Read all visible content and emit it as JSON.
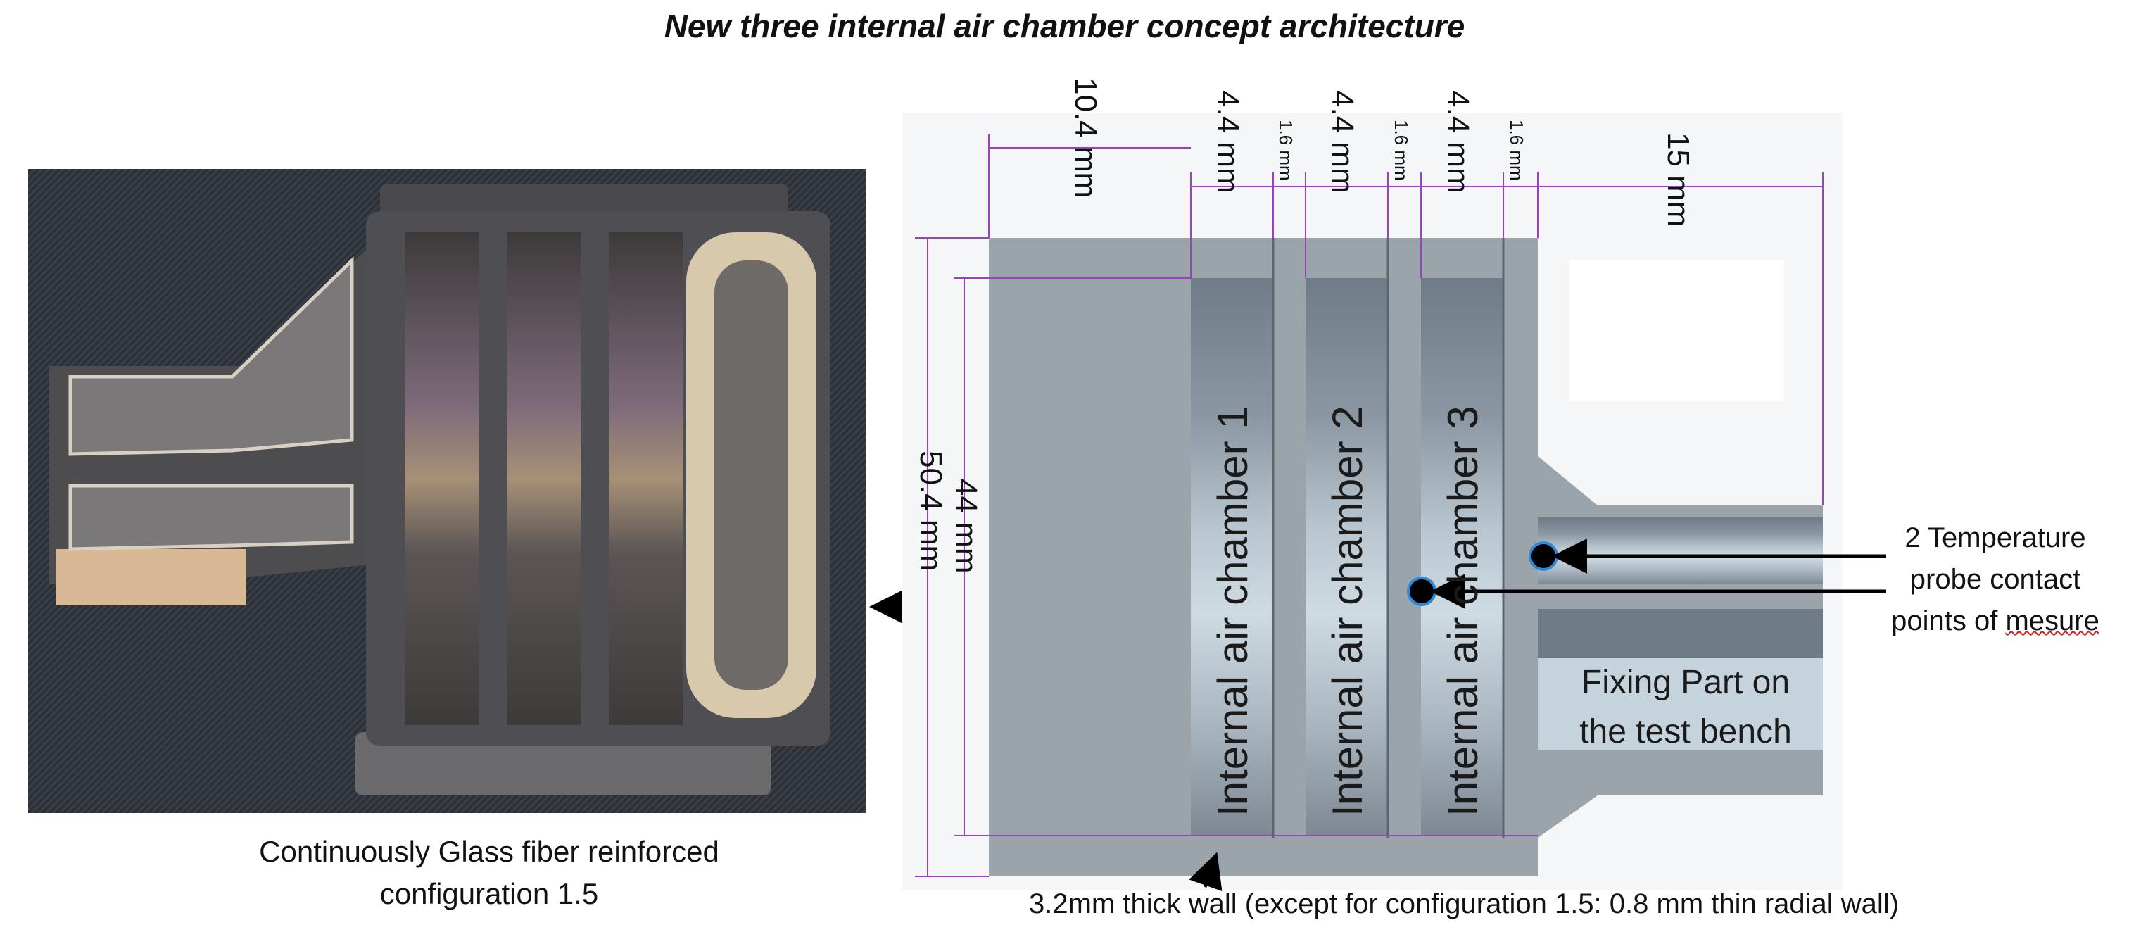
{
  "title": "New three internal air chamber concept architecture",
  "photo": {
    "caption_line1": "Continuously Glass fiber reinforced",
    "caption_line2": "configuration 1.5"
  },
  "dimensions": {
    "left_wall": "10.4 mm",
    "chamber_width_1": "4.4 mm",
    "chamber_width_2": "4.4 mm",
    "chamber_width_3": "4.4 mm",
    "rib_1": "1.6 mm",
    "rib_2": "1.6 mm",
    "rib_3": "1.6 mm",
    "right_part": "15 mm",
    "inner_height": "44 mm",
    "outer_height": "50.4 mm"
  },
  "chambers": [
    "Internal air chamber 1",
    "Internal air chamber 2",
    "Internal air chamber 3"
  ],
  "fixing_part": {
    "line1": "Fixing Part on",
    "line2": "the test bench"
  },
  "probe": {
    "line1": "2 Temperature",
    "line2": "probe contact",
    "line3": "points of",
    "line3_word": "mesure"
  },
  "wall_note": "3.2mm thick wall (except for configuration 1.5: 0.8 mm thin radial wall)",
  "colors": {
    "dimension_line": "#9b3fc4",
    "part_grey": "#9ba4ab",
    "chamber_dark": "#6f7b86",
    "chamber_light": "#c5d3dc",
    "probe_dot": "#000000",
    "probe_ring": "#2a8bd8"
  }
}
